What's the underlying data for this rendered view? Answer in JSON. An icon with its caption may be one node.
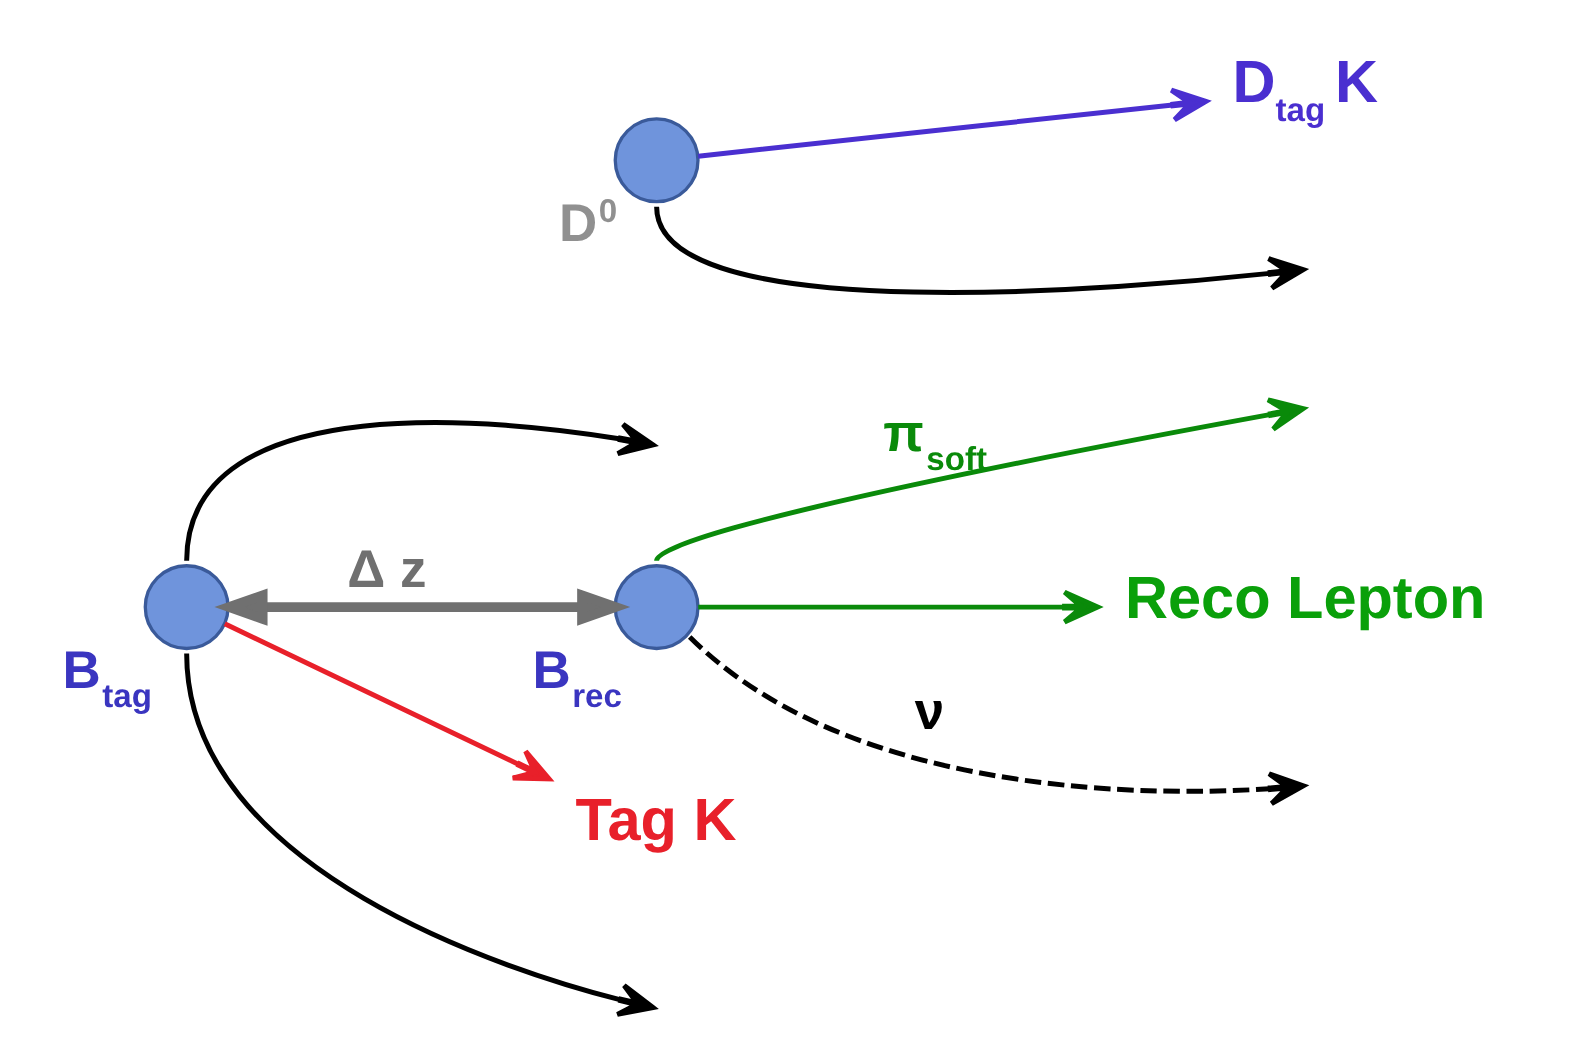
{
  "diagram": {
    "nodes": [
      {
        "text": [],
        "shape": "circle",
        "beside": [
          "B$_{tag}$"
        ]
      },
      {
        "text": [],
        "shape": "circle",
        "beside": [
          "B$_{rec}$"
        ]
      },
      {
        "text": [],
        "shape": "circle",
        "beside": [
          "D$^{0}$"
        ]
      },
      {
        "text": [
          "Tag K"
        ]
      },
      {
        "text": [
          "Reco Lepton"
        ]
      },
      {
        "text": [
          "D$_{tag}$ K"
        ]
      }
    ],
    "edges": [
      {
        "from": 0,
        "to": null,
        "arrow": "to"
      },
      {
        "from": 0,
        "to": null,
        "arrow": "to"
      },
      {
        "from": 0,
        "to": 3,
        "arrow": "to",
        "color": "#e8202a"
      },
      {
        "from": 0,
        "to": 1,
        "arrow": "both",
        "label": "Δ z",
        "style": "thick",
        "color": "#707070"
      },
      {
        "from": 1,
        "to": null,
        "arrow": "to",
        "label": "π$_{soft}$",
        "color": "#0a8a0a"
      },
      {
        "from": 1,
        "to": null,
        "arrow": "to",
        "label": "ν",
        "style": "dashed"
      },
      {
        "from": 1,
        "to": 4,
        "arrow": "to",
        "color": "#0a8a0a"
      },
      {
        "from": 2,
        "to": 5,
        "arrow": "to",
        "color": "#4a2fd0"
      },
      {
        "from": 2,
        "to": null,
        "arrow": "to"
      }
    ]
  }
}
